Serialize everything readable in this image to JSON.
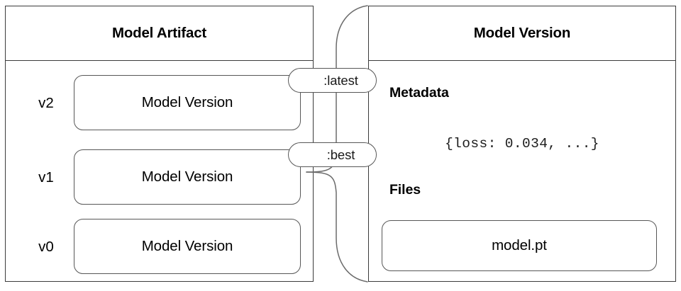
{
  "diagram": {
    "title_left": "Model Artifact",
    "title_right": "Model Version",
    "artifact": {
      "header": "Model Artifact",
      "versions": [
        {
          "label": "v2",
          "card_label": "Model Version",
          "tag": ":latest"
        },
        {
          "label": "v1",
          "card_label": "Model Version",
          "tag": ":best"
        },
        {
          "label": "v0",
          "card_label": "Model Version",
          "tag": ""
        }
      ]
    },
    "version_detail": {
      "header": "Model Version",
      "metadata_heading": "Metadata",
      "metadata_value": "{loss: 0.034, ...}",
      "files_heading": "Files",
      "files": [
        {
          "name": "model.pt"
        }
      ]
    },
    "connector": {
      "name": "brace-connector",
      "from": "v1-model-version-card",
      "to": "model-version-panel"
    },
    "colors": {
      "panel_border": "#3b3b3b",
      "card_border": "#575757",
      "background": "#ffffff",
      "text": "#000000"
    }
  }
}
